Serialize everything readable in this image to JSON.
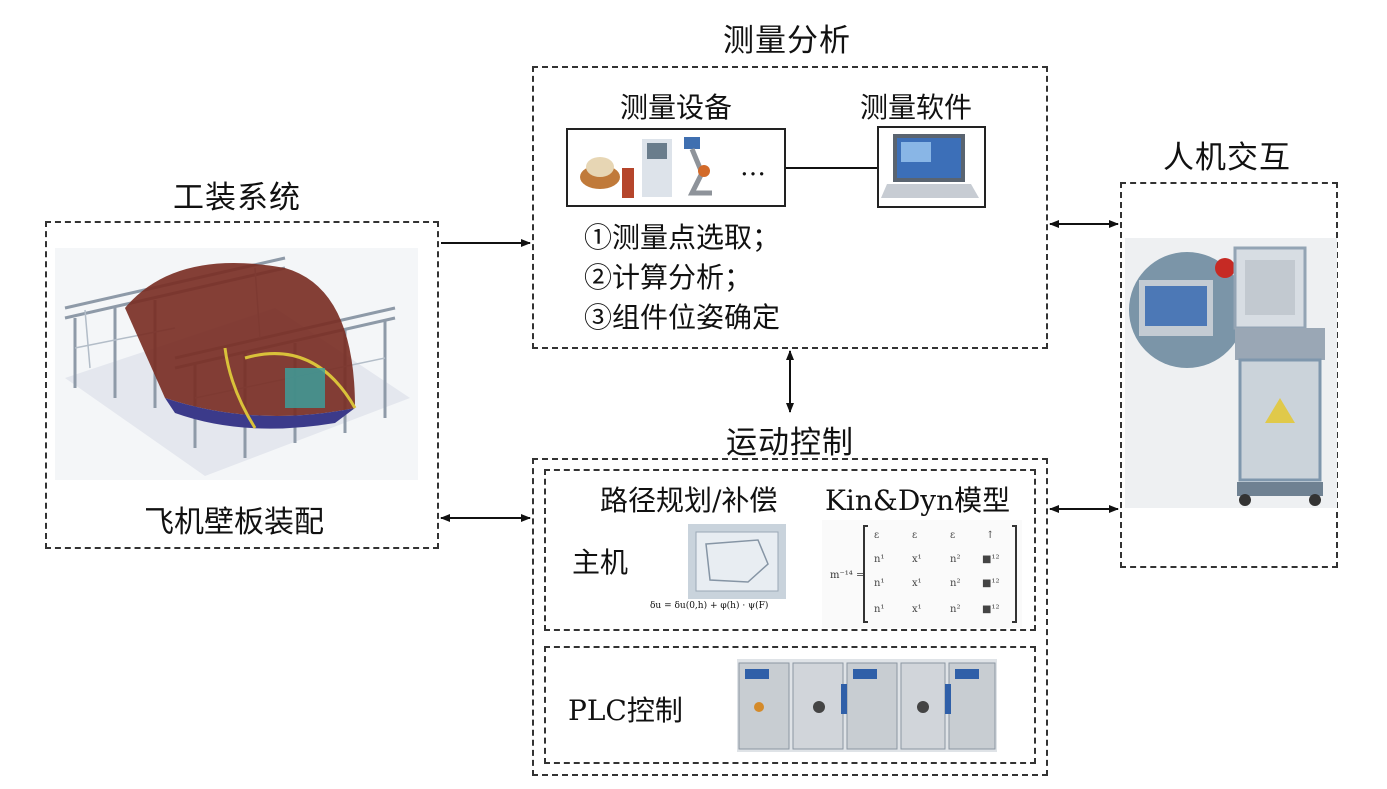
{
  "tooling": {
    "title": "工装系统",
    "caption": "飞机壁板装配"
  },
  "measurement": {
    "title": "测量分析",
    "device_label": "测量设备",
    "software_label": "测量软件",
    "ellipsis": "…",
    "steps": [
      "①测量点选取；",
      "②计算分析；",
      "③组件位姿确定"
    ]
  },
  "hmi": {
    "title": "人机交互"
  },
  "motion": {
    "title": "运动控制",
    "path_label": "路径规划/补偿",
    "model_label": "Kin&Dyn模型",
    "host_label": "主机",
    "plc_label": "PLC控制",
    "formula": "δu = δu(0,h) + φ(h) · ψ(F)"
  },
  "colors": {
    "frame": "#333333",
    "fuselage": "#7a2f25",
    "steel": "#9aa7b5",
    "cabinet": "#c9cdd2",
    "accent_blue": "#2f5fa8"
  }
}
